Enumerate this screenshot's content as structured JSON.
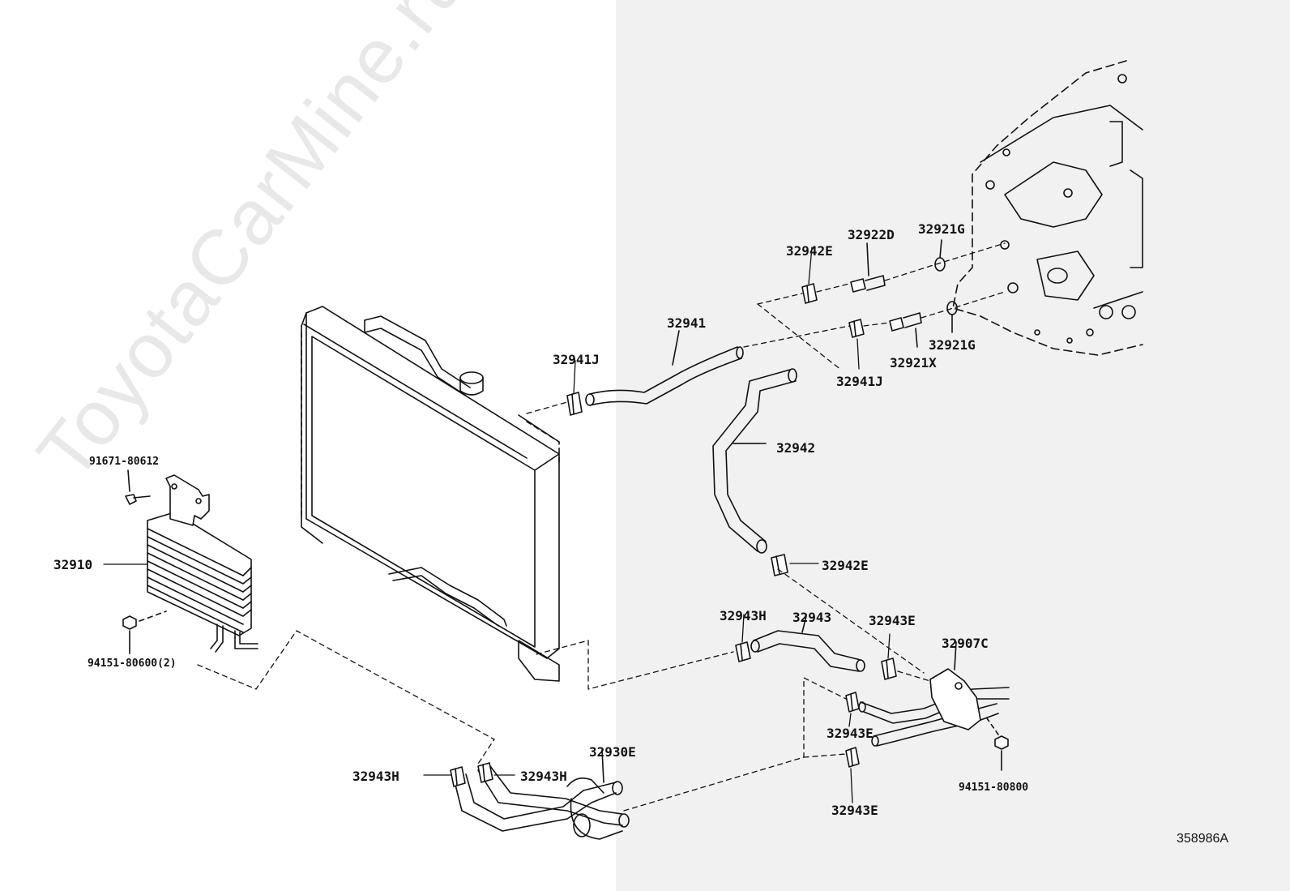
{
  "watermark": "ToyotaCarMine.ru",
  "reference_code": "358986A",
  "part_labels": {
    "p91671_80612": "91671-80612",
    "p32910": "32910",
    "p94151_80600": "94151-80600(2)",
    "p32941J_top": "32941J",
    "p32941": "32941",
    "p32942E_top": "32942E",
    "p32922D": "32922D",
    "p32921G_top": "32921G",
    "p32921G_bottom": "32921G",
    "p32921X": "32921X",
    "p32941J_right": "32941J",
    "p32942": "32942",
    "p32942E_mid": "32942E",
    "p32943H_mid": "32943H",
    "p32943": "32943",
    "p32943E_top": "32943E",
    "p32907C": "32907C",
    "p32943E_mid": "32943E",
    "p32943E_bottom": "32943E",
    "p94151_80800": "94151-80800",
    "p32930E": "32930E",
    "p32943H_left": "32943H",
    "p32943H_right": "32943H"
  }
}
